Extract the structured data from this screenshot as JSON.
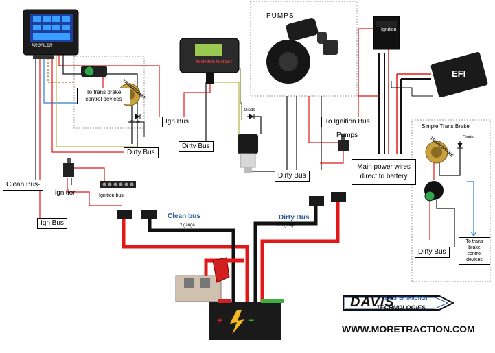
{
  "labels": {
    "pumps": "PUMPS",
    "ignition_box": "Ignition",
    "efi": "EFI",
    "profiler_brand": "PROFILER",
    "nitrous_brand": "NITROUS OUTLET",
    "to_trans_brake_1": "To trans brake control devices",
    "to_trans_brake_2": "To trans brake control devices",
    "diode_1": "Diode",
    "diode_2": "Diode",
    "diode_3": "Diode",
    "ign_bus_1": "Ign Bus",
    "ign_bus_2": "Ign Bus",
    "to_ignition_bus": "To Ignition Bus",
    "dirty_bus_1": "Dirty Bus",
    "dirty_bus_2": "Dirty Bus",
    "dirty_bus_3": "Dirty Bus",
    "dirty_bus_4": "Dirty Bus",
    "clean_bus_minus": "Clean Bus-",
    "ignition": "ignition",
    "ignition_bus": "Ignition bus",
    "clean_bus": "Clean bus",
    "clean_bus_gauge": "2 gauge",
    "dirty_bus_blue": "Dirty Bus",
    "dirty_bus_gauge": "0/0 gauge",
    "pumps_switch": "Pumps",
    "main_power": "Main power wires direct to battery",
    "simple_trans_brake": "Simple Trans Brake",
    "transbrake_label_1": "TRANSBRAKE",
    "transbrake_label_2": "TRANSBRAKE",
    "logo_text": "DAVIS",
    "logo_sub": "TECHNOLOGIES",
    "logo_tagline": "DRAGSTER TRACTION",
    "website": "WWW.MORETRACTION.COM"
  },
  "colors": {
    "power": "#e01818",
    "ground": "#111111",
    "signal_yellow": "#b8b84a",
    "signal_blue": "#2a7fd4",
    "signal_brown": "#b06a2a",
    "accent_blue": "#2b5c9a",
    "battery_green": "#3fae3f",
    "logo_blue": "#1e4fa0"
  }
}
